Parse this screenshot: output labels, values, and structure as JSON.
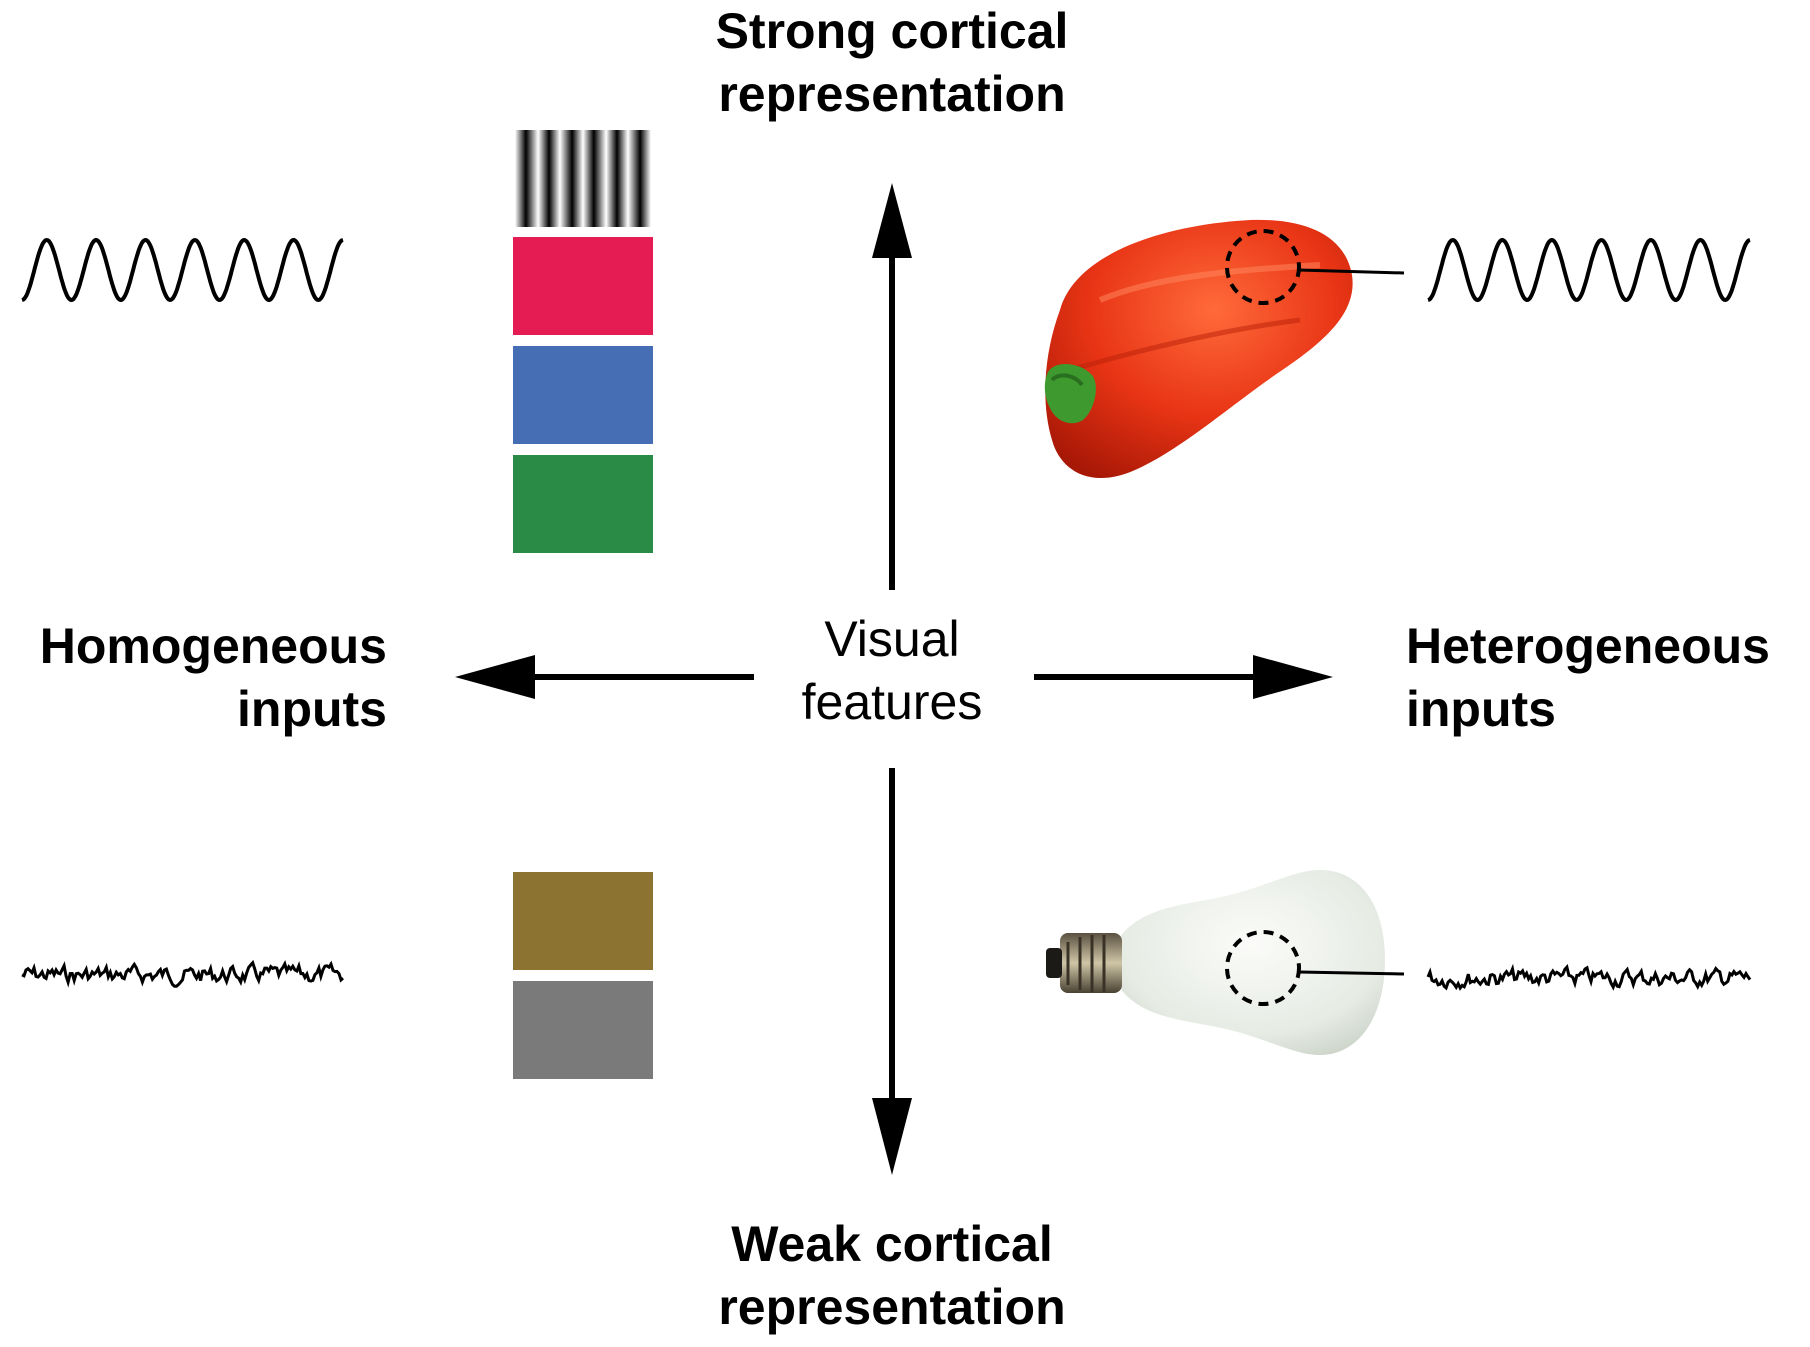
{
  "labels": {
    "top": [
      "Strong cortical",
      "representation"
    ],
    "bottom": [
      "Weak cortical",
      "representation"
    ],
    "left": [
      "Homogeneous",
      "inputs"
    ],
    "right": [
      "Heterogeneous",
      "inputs"
    ],
    "center": [
      "Visual",
      "features"
    ]
  },
  "swatches": {
    "top_colors": [
      "#e51b54",
      "#456eb4",
      "#2a8b47"
    ],
    "bottom_colors": [
      "#8c7331",
      "#7a7a7a"
    ]
  },
  "images": {
    "top_object": "red-bell-pepper",
    "bottom_object": "light-bulb"
  }
}
